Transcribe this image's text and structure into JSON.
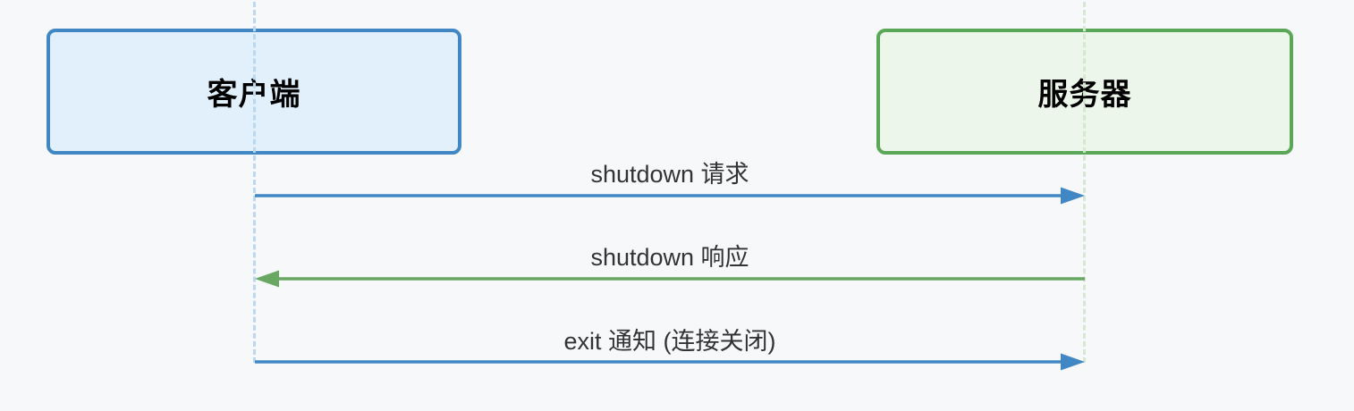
{
  "diagram": {
    "type": "sequence-diagram",
    "background_color": "#f6f8fa",
    "text_color": "#333333"
  },
  "actors": [
    {
      "id": "client",
      "label": "客户端",
      "fill_color": "#e1f0fb",
      "border_color": "#4087c4",
      "lifeline_color": "#b9d9f3"
    },
    {
      "id": "server",
      "label": "服务器",
      "fill_color": "#edf6ea",
      "border_color": "#5ba758",
      "lifeline_color": "#d5e9d0"
    }
  ],
  "messages": [
    {
      "from": "client",
      "to": "server",
      "direction": "right",
      "label": "shutdown 请求",
      "arrow_color": "#4087c4",
      "line_style": "solid"
    },
    {
      "from": "server",
      "to": "client",
      "direction": "left",
      "label": "shutdown 响应",
      "arrow_color": "#68a863",
      "line_style": "solid"
    },
    {
      "from": "client",
      "to": "server",
      "direction": "right",
      "label": "exit 通知 (连接关闭)",
      "arrow_color": "#4087c4",
      "line_style": "solid"
    }
  ]
}
